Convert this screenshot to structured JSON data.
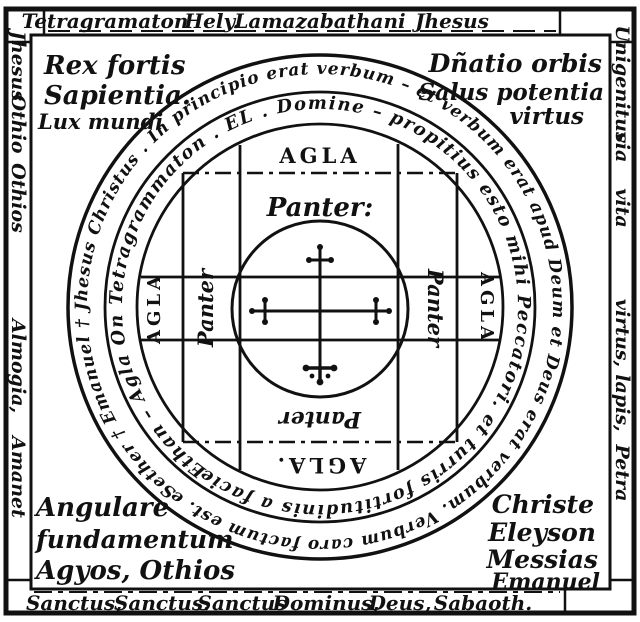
{
  "frame": {
    "top_words": [
      "Tetragramaton",
      "Hely.",
      "Lamazabathani",
      "Jhesus"
    ],
    "bottom_words": [
      "Sanctus,",
      "Sanctus.",
      "Sanctus",
      "Dominus,",
      "Deus,",
      "Sabaoth."
    ],
    "left_words": [
      "Jhesus",
      "Othio",
      "Othios",
      "Almogia,",
      "Amanet"
    ],
    "right_words": [
      "Unigenitus",
      "via",
      "vita",
      "virtus,",
      "lapis,",
      "Petra"
    ]
  },
  "corners": {
    "top_left": [
      "Rex fortis",
      "Sapientia.",
      "Lux mundi"
    ],
    "top_right": [
      "Dñatio orbis",
      "Salus potentia",
      "virtus"
    ],
    "bottom_left": [
      "Angulare",
      "fundamentum",
      "Agyos, Othios"
    ],
    "bottom_right": [
      "Christe",
      "Eleyson",
      "Messias",
      "Emanuel"
    ]
  },
  "rings": {
    "outer": "Sether † Emanuel † Jhesus Christus . In principio erat verbum – et verbum erat apud Deum et Deus erat verbum. Verbum caro factum est. et. habitavit in nobis.",
    "inner": "Ethan – Agla On Tetragrammaton . EL . Domine – propitius esto mihi Peccatori. et turris fortitudinis a facie inimici."
  },
  "grid": {
    "top_outer": "AGLA",
    "top_inner": "Panter:",
    "left_outer": "AGLA",
    "left_inner": "Panter",
    "right_inner": "Panter",
    "right_outer": "AGLA",
    "bottom_inner": "Panter",
    "bottom_outer": "AGLA."
  },
  "colors": {
    "ink": "#111111",
    "paper": "#ffffff"
  }
}
